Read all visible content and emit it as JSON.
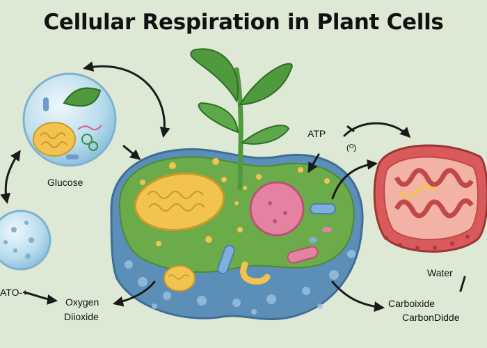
{
  "title": "Cellular Respiration in Plant Cells",
  "labels": {
    "glucose": "Glucose",
    "atp": "ATP",
    "small_symbol": "(ᴼ)",
    "ato": "ATO-+",
    "oxygen": "Oxygen",
    "dioxide": "Diioxide",
    "water": "Water",
    "carboixide": "Carboixide",
    "carbondidde": "CarbonDidde"
  },
  "colors": {
    "background": "#dde9d4",
    "arrow": "#1a1a1a",
    "cytoplasm": "#6cab4a",
    "cell_wall": "#5c8fb8",
    "leaf": "#4e9a3c",
    "mitochondrion": "#d95a5a",
    "chloroplast": "#f0c44a"
  },
  "icons": [
    "chloroplast-icon",
    "mitochondrion-icon",
    "leaf-icon",
    "vesicle-icon"
  ]
}
